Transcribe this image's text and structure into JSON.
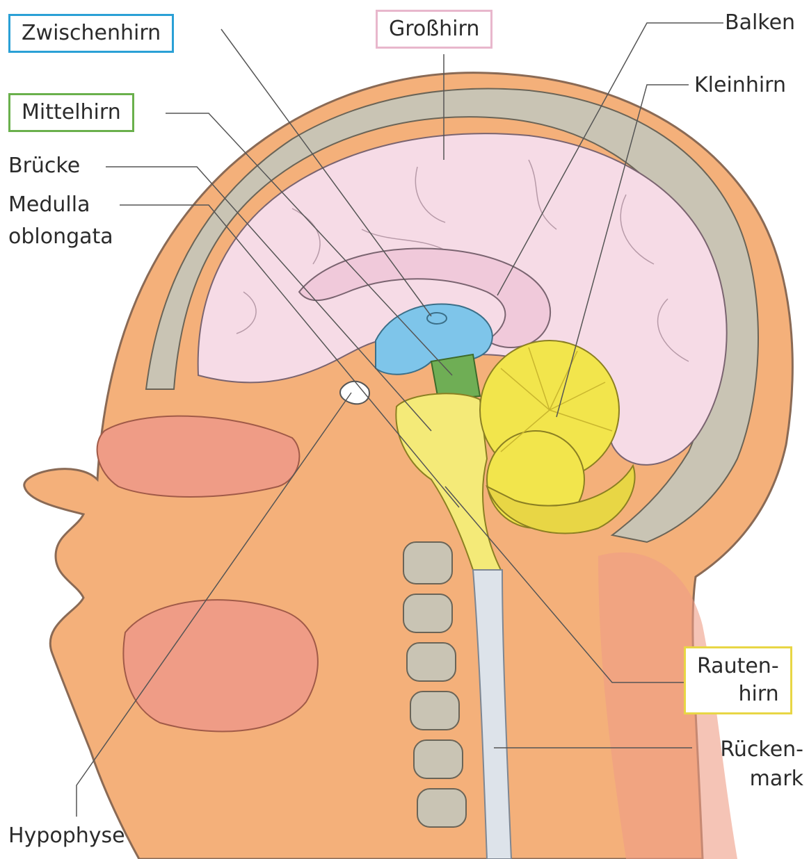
{
  "labels": {
    "zwischenhirn": "Zwischenhirn",
    "grosshirn": "Großhirn",
    "balken": "Balken",
    "kleinhirn": "Kleinhirn",
    "mittelhirn": "Mittelhirn",
    "bruecke": "Brücke",
    "medulla_1": "Medulla",
    "medulla_2": "oblongata",
    "rautenhirn_1": "Rauten-",
    "rautenhirn_2": "hirn",
    "rueckenmark_1": "Rücken-",
    "rueckenmark_2": "mark",
    "hypophyse": "Hypophyse"
  },
  "colors": {
    "zwischenhirn": "#2aa0d6",
    "grosshirn": "#e8b7cc",
    "mittelhirn": "#6ab04c",
    "rautenhirn": "#e8d645",
    "skin": "#f4b07a",
    "bone": "#c9c4b4",
    "cerebrum": "#f6dbe6",
    "diencephalon": "#7ec5ea",
    "midbrain_fill": "#6fae55",
    "hindbrain_fill": "#f4ea78",
    "cerebellum": "#f2e54c",
    "spinal_cord": "#dde3ea",
    "muscle": "#ef9c86"
  }
}
